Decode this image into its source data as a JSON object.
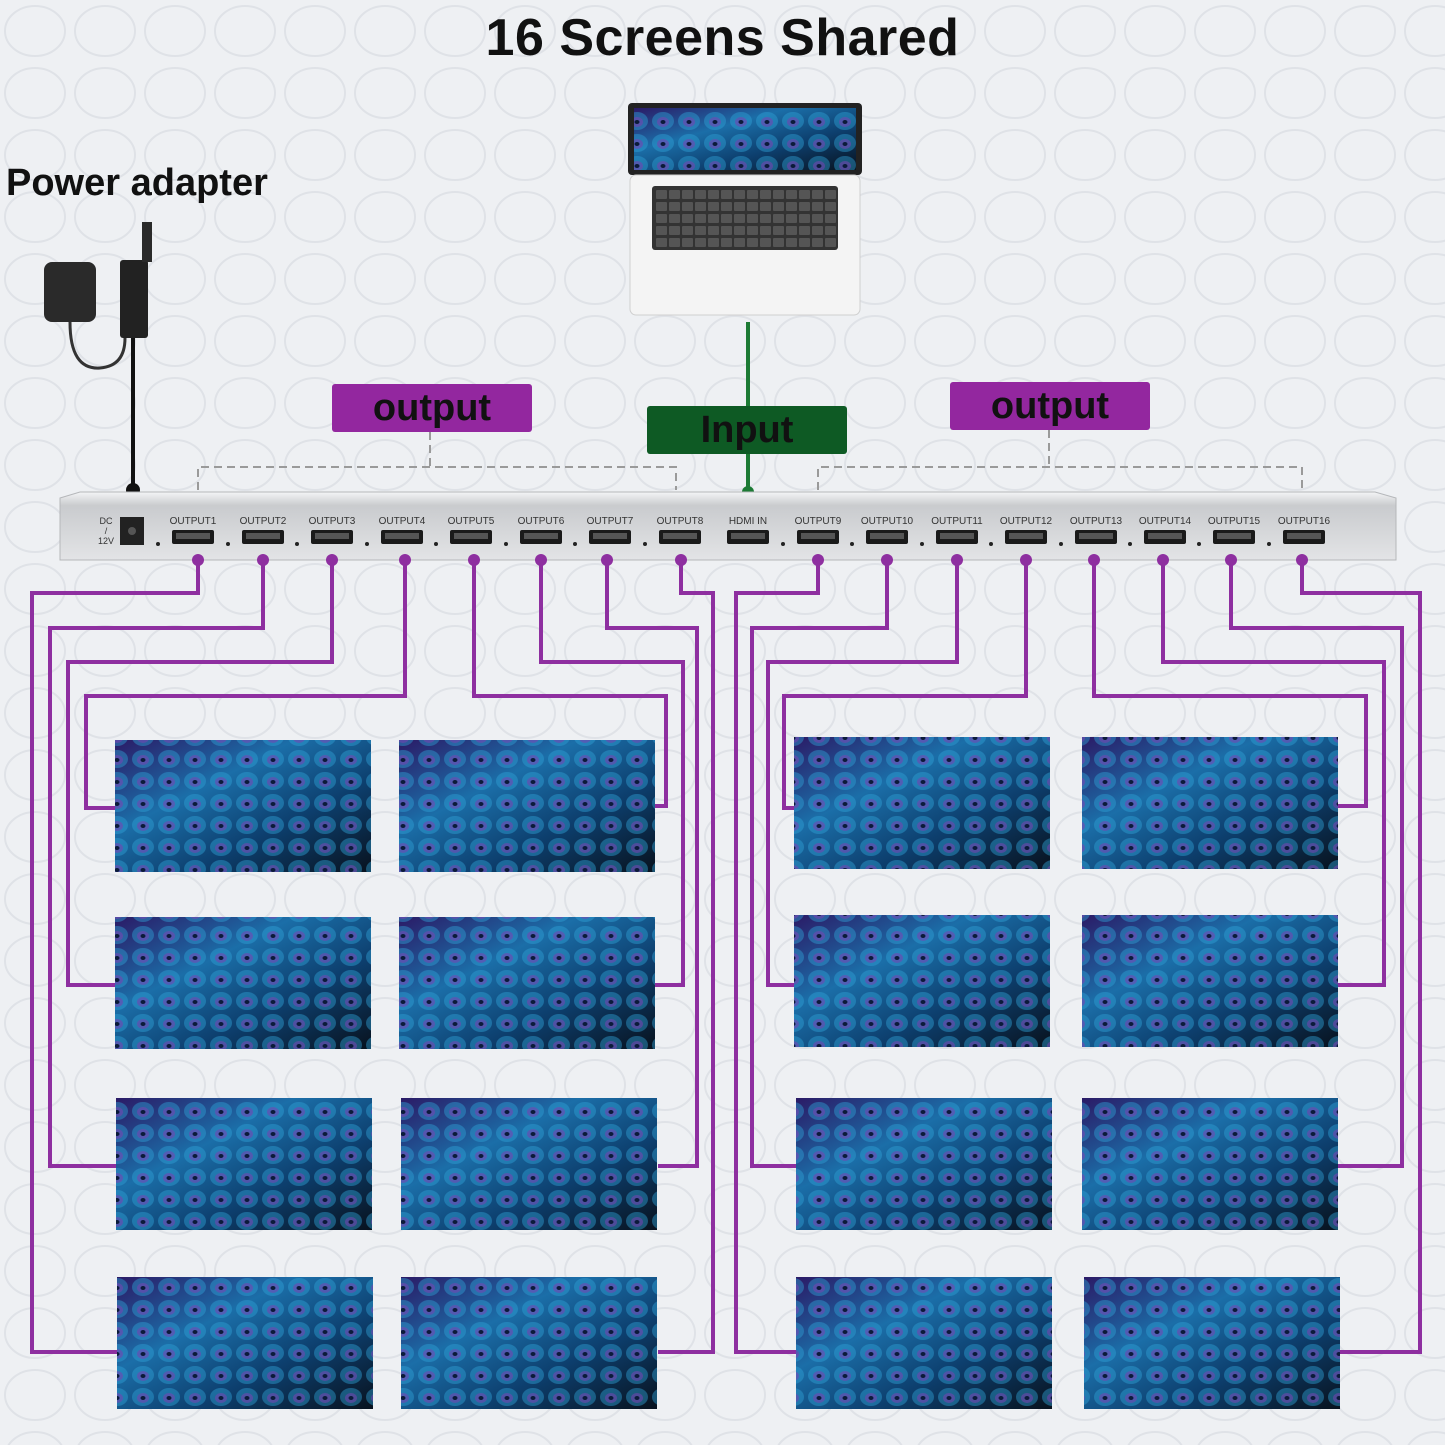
{
  "title": "16 Screens Shared",
  "power_label": "Power adapter",
  "input_tag": "Input",
  "output_tag_left": "output",
  "output_tag_right": "output",
  "dc_label": "DC\n/\n12V",
  "hdmi_in_label": "HDMI IN",
  "output_ports": [
    "OUTPUT1",
    "OUTPUT2",
    "OUTPUT3",
    "OUTPUT4",
    "OUTPUT5",
    "OUTPUT6",
    "OUTPUT7",
    "OUTPUT8",
    "OUTPUT9",
    "OUTPUT10",
    "OUTPUT11",
    "OUTPUT12",
    "OUTPUT13",
    "OUTPUT14",
    "OUTPUT15",
    "OUTPUT16"
  ],
  "screen_count": 16,
  "colors": {
    "output": "#93279f",
    "input": "#0e5a24",
    "cable_output": "#8e2fa0",
    "cable_input": "#1c7a34",
    "splitter_body": "#d6d8db"
  }
}
